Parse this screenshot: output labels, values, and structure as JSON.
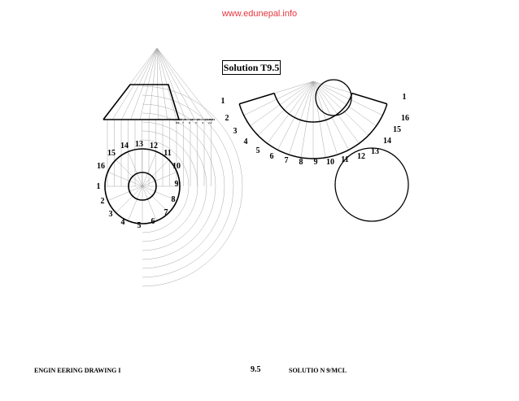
{
  "header": {
    "url": "www.edunepal.info"
  },
  "solution_title": "Solution T9.5",
  "footer": {
    "left": "ENGIN EERING DRAWING I",
    "center": "9.5",
    "right": "SOLUTIO N   9/MCL"
  },
  "plan_labels": [
    "1",
    "2",
    "3",
    "4",
    "5",
    "6",
    "7",
    "8",
    "9",
    "10",
    "11",
    "12",
    "13",
    "14",
    "15",
    "16"
  ],
  "elevation_tick_labels": [
    "9,10",
    "11",
    "12",
    "13",
    "14,15,16",
    "8,6",
    "7",
    "6",
    "5",
    "4",
    "2,3"
  ],
  "development_outer_labels": [
    "1",
    "2",
    "3",
    "4",
    "5",
    "6",
    "7",
    "8",
    "9",
    "10",
    "11",
    "12",
    "13",
    "14",
    "15",
    "16",
    "1"
  ],
  "colors": {
    "line": "#000000",
    "construction": "#a0a0a0",
    "url": "#e8343c"
  }
}
